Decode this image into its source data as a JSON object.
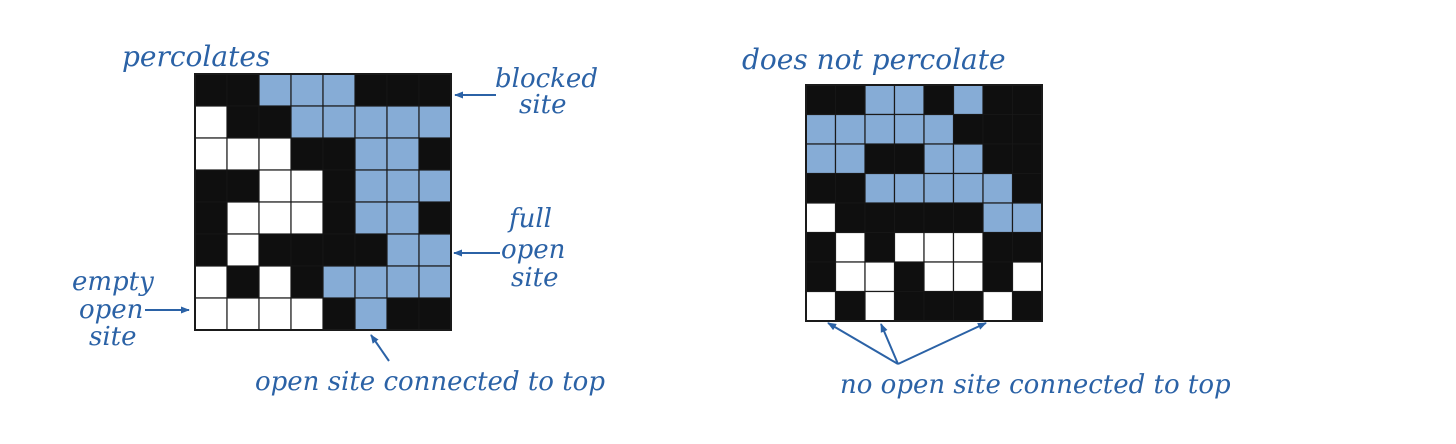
{
  "colors": {
    "blocked": "#0f0f0f",
    "empty": "#ffffff",
    "full": "#86acd6",
    "annotation": "#2b62a6",
    "grid_line": "#1a1a1a"
  },
  "left": {
    "title": "percolates",
    "labels": {
      "blocked_site": [
        "blocked",
        "site"
      ],
      "full_open_site": [
        "full",
        "open",
        "site"
      ],
      "empty_open_site": [
        "empty",
        "open",
        "site"
      ],
      "open_site_connected": "open site connected to top"
    },
    "grid": [
      "BBFFFBBB",
      "EBBFFFFF",
      "EEEBBFFB",
      "BBEEBFFF",
      "BEEEBFFB",
      "BEBBBBFF",
      "EBEBFFFF",
      "EEEEBFBB"
    ]
  },
  "right": {
    "title": "does not percolate",
    "labels": {
      "no_open_site_connected": "no open site connected to top"
    },
    "grid": [
      "BBFFBFBB",
      "FFFFFBBB",
      "FFBBFFBB",
      "BBFFFFFB",
      "EBBBBBFF",
      "BEBEEEBB",
      "BEEBEEBE",
      "EBEBBBEB"
    ]
  }
}
